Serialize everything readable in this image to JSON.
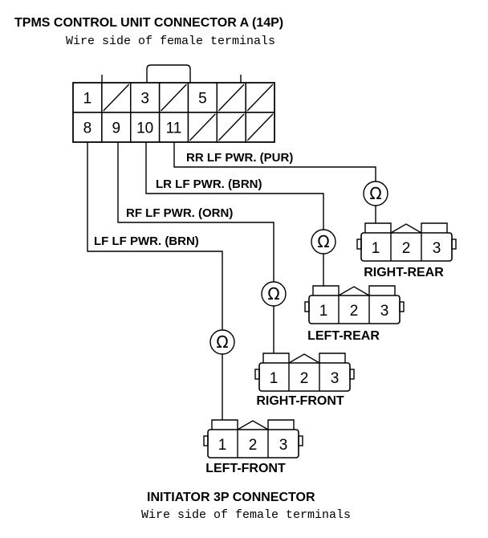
{
  "header": {
    "title": "TPMS CONTROL UNIT CONNECTOR A (14P)",
    "subtitle": "Wire side of female terminals"
  },
  "connector_a": {
    "top_pins": [
      "1",
      "",
      "3",
      "",
      "5",
      "",
      ""
    ],
    "bottom_pins": [
      "8",
      "9",
      "10",
      "11",
      "",
      "",
      ""
    ]
  },
  "wires": [
    {
      "label": "RR LF PWR. (PUR)"
    },
    {
      "label": "LR LF PWR. (BRN)"
    },
    {
      "label": "RF LF PWR. (ORN)"
    },
    {
      "label": "LF LF PWR. (BRN)"
    }
  ],
  "meter_symbol": "Ω",
  "initiators": [
    {
      "name": "RIGHT-REAR",
      "pins": [
        "1",
        "2",
        "3"
      ]
    },
    {
      "name": "LEFT-REAR",
      "pins": [
        "1",
        "2",
        "3"
      ]
    },
    {
      "name": "RIGHT-FRONT",
      "pins": [
        "1",
        "2",
        "3"
      ]
    },
    {
      "name": "LEFT-FRONT",
      "pins": [
        "1",
        "2",
        "3"
      ]
    }
  ],
  "footer": {
    "title": "INITIATOR 3P CONNECTOR",
    "subtitle": "Wire side of female terminals"
  }
}
